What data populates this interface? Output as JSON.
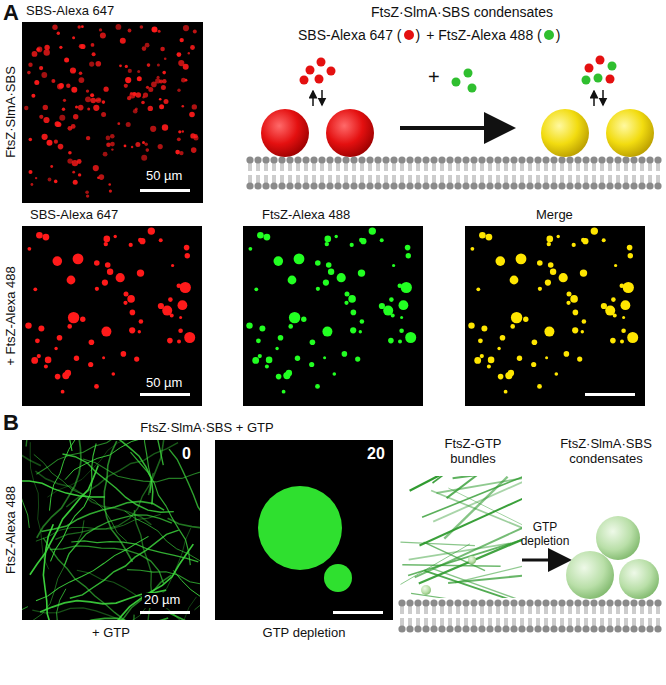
{
  "diagram": {
    "nodes": [
      {
        "text": [
          "50 µm"
        ]
      },
      {
        "text": [
          "50 µm"
        ]
      },
      {
        "text": [
          "0",
          "20 µm"
        ]
      },
      {
        "text": [
          "20"
        ]
      }
    ],
    "labels": [
      "A",
      "SBS-Alexa 647",
      "FtsZ·SlmA·SBS condensates",
      "SBS-Alexa 647 (",
      ")",
      "+ FtsZ-Alexa 488 (",
      ")",
      "FtsZ·SlmA·SBS",
      "+",
      "SBS-Alexa 647",
      "FtsZ-Alexa 488",
      "Merge",
      "+ FtsZ-Alexa 488",
      "B",
      "FtsZ·SlmA·SBS + GTP",
      "FtsZ-Alexa 488",
      "FtsZ-GTP bundles",
      "GTP depletion",
      "FtsZ·SlmA·SBS condensates",
      "+ GTP",
      "GTP depletion"
    ]
  }
}
